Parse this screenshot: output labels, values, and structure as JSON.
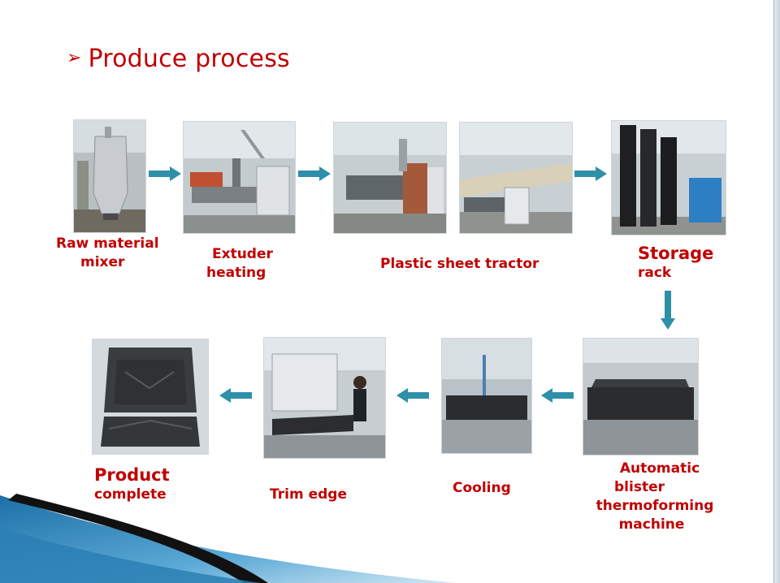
{
  "slide": {
    "title_bullet": "➢",
    "title": "Produce process"
  },
  "steps": {
    "raw_material_mixer": {
      "line1": "Raw material",
      "line2": "mixer"
    },
    "extruder_heating": {
      "line1": "Extuder",
      "line2": "heating"
    },
    "plastic_sheet_tractor": {
      "line1": "Plastic sheet tractor"
    },
    "storage_rack": {
      "line1": "Storage",
      "line2": "rack"
    },
    "automatic_blister": {
      "line1": "Automatic",
      "line2": "blister",
      "line3": "thermoforming",
      "line4": "machine"
    },
    "cooling": {
      "line1": "Cooling"
    },
    "trim_edge": {
      "line1": "Trim edge"
    },
    "product_complete": {
      "line1": "Product",
      "line2": "complete"
    }
  },
  "colors": {
    "label_red": "#c00000",
    "arrow_teal": "#2e8fa8",
    "swoosh_blue": "#2a7fb3",
    "swoosh_black": "#111111"
  },
  "icons": {
    "title_bullet": "arrow-bullet-icon",
    "flow_arrow": "flow-arrow-icon"
  }
}
